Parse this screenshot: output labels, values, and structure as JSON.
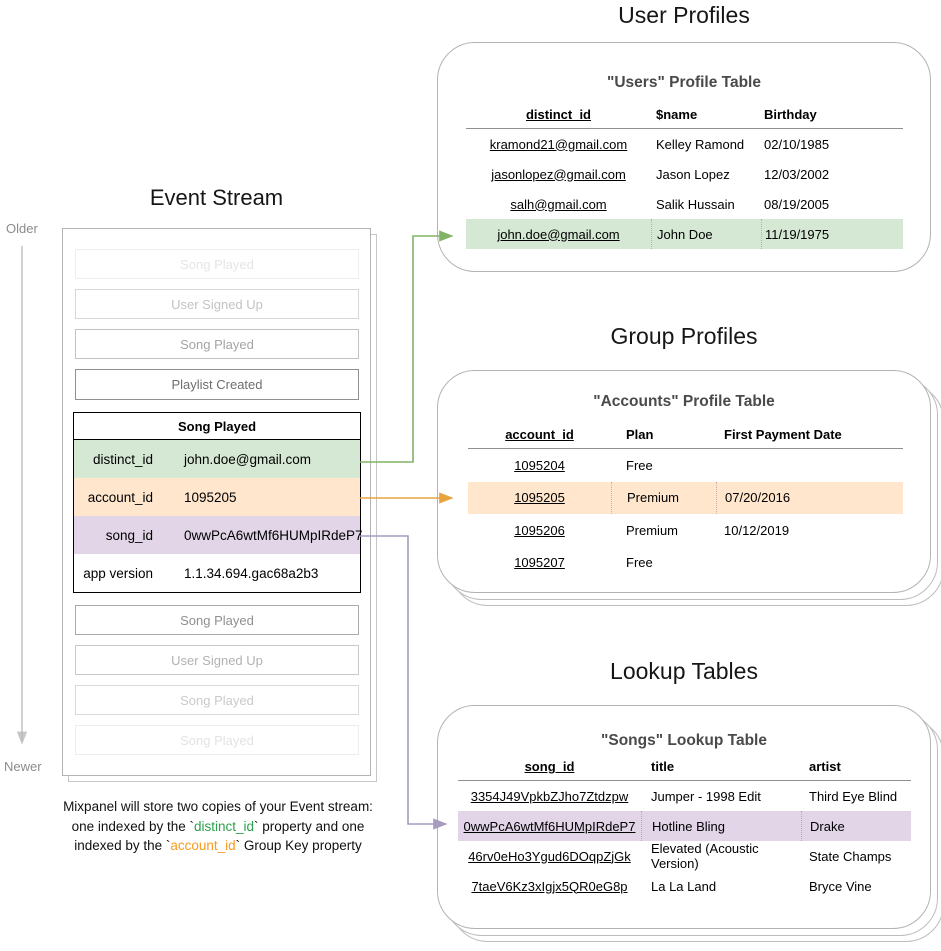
{
  "colors": {
    "green_highlight": "#d5e8d4",
    "orange_highlight": "#ffe6cc",
    "purple_highlight": "#e1d5e7",
    "green_arrow": "#82b366",
    "orange_arrow": "#e8a33d",
    "purple_arrow": "#a79bc0",
    "green_text": "#2ca04c",
    "orange_text": "#f79b20"
  },
  "event_stream": {
    "title": "Event Stream",
    "older_label": "Older",
    "newer_label": "Newer",
    "events_before": [
      "Song Played",
      "User Signed Up",
      "Song Played",
      "Playlist Created"
    ],
    "expanded_event": {
      "title": "Song Played",
      "properties": [
        {
          "key": "distinct_id",
          "value": "john.doe@gmail.com",
          "highlight": "green"
        },
        {
          "key": "account_id",
          "value": "1095205",
          "highlight": "orange"
        },
        {
          "key": "song_id",
          "value": "0wwPcA6wtMf6HUMpIRdeP7",
          "highlight": "purple"
        },
        {
          "key": "app version",
          "value": "1.1.34.694.gac68a2b3",
          "highlight": null
        }
      ]
    },
    "events_after": [
      "Song Played",
      "User Signed Up",
      "Song Played",
      "Song Played"
    ]
  },
  "caption": {
    "segments": [
      {
        "text": "Mixpanel will store two copies of your Event stream:"
      },
      {
        "br": true
      },
      {
        "text": "one indexed by the `"
      },
      {
        "text": "distinct_id",
        "color": "green_text"
      },
      {
        "text": "` property and one"
      },
      {
        "br": true
      },
      {
        "text": "indexed by the `"
      },
      {
        "text": "account_id",
        "color": "orange_text"
      },
      {
        "text": "` Group Key property"
      }
    ]
  },
  "sections": {
    "user_profiles": {
      "title": "User Profiles",
      "table_title": "\"Users\" Profile Table",
      "columns": [
        "distinct_id",
        "$name",
        "Birthday"
      ],
      "rows": [
        [
          "kramond21@gmail.com",
          "Kelley Ramond",
          "02/10/1985"
        ],
        [
          "jasonlopez@gmail.com",
          "Jason Lopez",
          "12/03/2002"
        ],
        [
          "salh@gmail.com",
          "Salik Hussain",
          "08/19/2005"
        ],
        [
          "john.doe@gmail.com",
          "John Doe",
          "11/19/1975"
        ]
      ],
      "highlight_row": 3,
      "highlight_color": "green_highlight"
    },
    "group_profiles": {
      "title": "Group Profiles",
      "table_title": "\"Accounts\" Profile Table",
      "columns": [
        "account_id",
        "Plan",
        "First Payment Date"
      ],
      "rows": [
        [
          "1095204",
          "Free",
          ""
        ],
        [
          "1095205",
          "Premium",
          "07/20/2016"
        ],
        [
          "1095206",
          "Premium",
          "10/12/2019"
        ],
        [
          "1095207",
          "Free",
          ""
        ]
      ],
      "highlight_row": 1,
      "highlight_color": "orange_highlight"
    },
    "lookup_tables": {
      "title": "Lookup Tables",
      "table_title": "\"Songs\" Lookup Table",
      "columns": [
        "song_id",
        "title",
        "artist"
      ],
      "rows": [
        [
          "3354J49VpkbZJho7Ztdzpw",
          "Jumper - 1998 Edit",
          "Third Eye Blind"
        ],
        [
          "0wwPcA6wtMf6HUMpIRdeP7",
          "Hotline Bling",
          "Drake"
        ],
        [
          "46rv0eHo3Ygud6DOqpZjGk",
          "Elevated (Acoustic Version)",
          "State Champs"
        ],
        [
          "7taeV6Kz3xIgjx5QR0eG8p",
          "La La Land",
          "Bryce Vine"
        ]
      ],
      "highlight_row": 1,
      "highlight_color": "purple_highlight"
    }
  }
}
